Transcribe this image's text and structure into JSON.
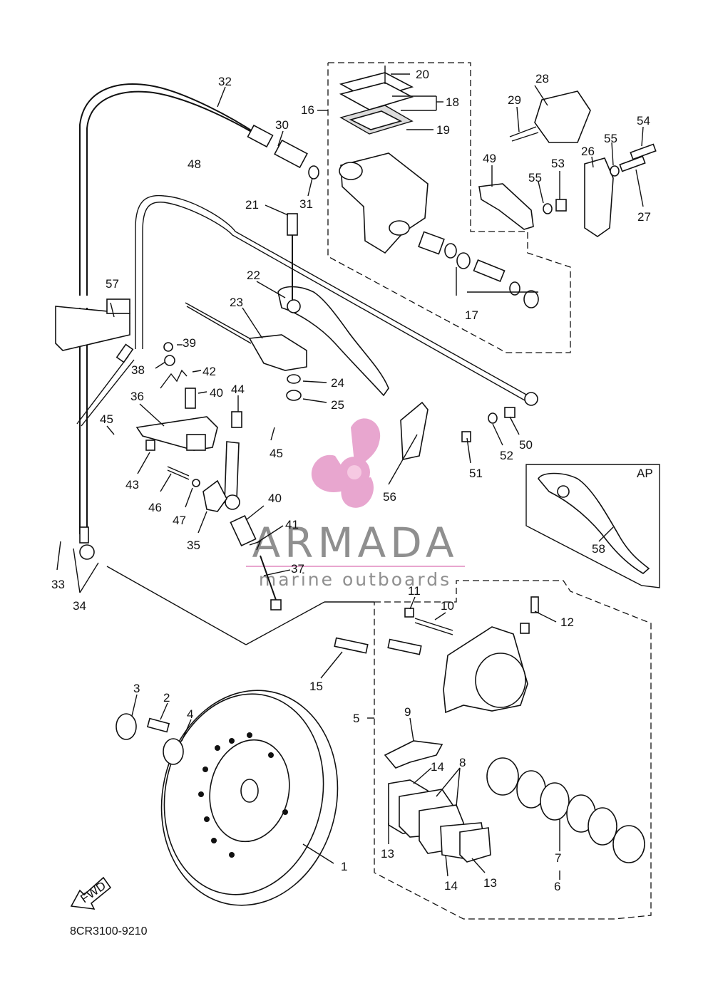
{
  "diagram_code": "8CR3100-9210",
  "alt_label": "AP",
  "fwd_label": "FWD",
  "watermark": {
    "brand": "ARMADA",
    "tagline": "marine outboards",
    "colors": {
      "propeller": "#e8a6cf",
      "text": "#8f8f8f"
    }
  },
  "callouts": [
    "1",
    "2",
    "3",
    "4",
    "5",
    "6",
    "7",
    "8",
    "9",
    "10",
    "11",
    "12",
    "13",
    "13",
    "14",
    "14",
    "15",
    "16",
    "17",
    "18",
    "19",
    "20",
    "21",
    "22",
    "23",
    "24",
    "25",
    "26",
    "27",
    "28",
    "29",
    "30",
    "31",
    "32",
    "33",
    "34",
    "35",
    "36",
    "37",
    "38",
    "39",
    "40",
    "40",
    "41",
    "42",
    "43",
    "44",
    "45",
    "45",
    "46",
    "47",
    "48",
    "49",
    "50",
    "51",
    "52",
    "53",
    "54",
    "55",
    "55",
    "56",
    "57",
    "58"
  ]
}
